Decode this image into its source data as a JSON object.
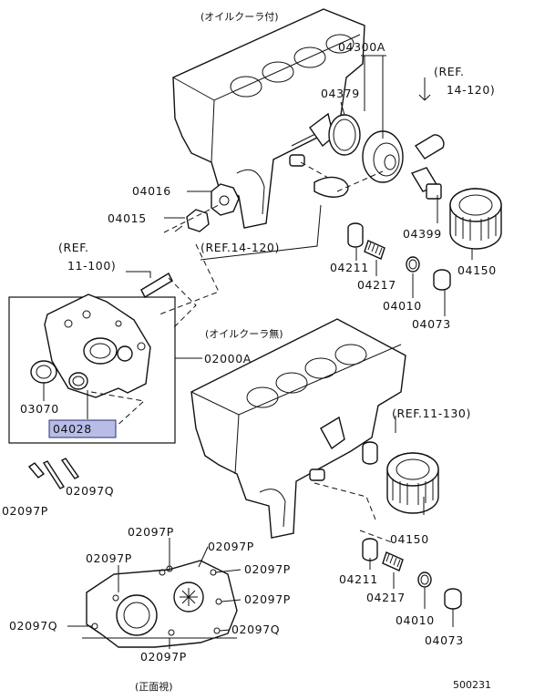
{
  "figure_id": "500231",
  "headings": {
    "with_cooler": "(オイルクーラ付)",
    "without_cooler": "(オイルクーラ無)",
    "front_view": "(正面視)"
  },
  "refs": {
    "ref_14_120_top_a": "(REF.",
    "ref_14_120_top_b": "14-120)",
    "ref_14_120_mid": "(REF.14-120)",
    "ref_11_100_a": "(REF.",
    "ref_11_100_b": "11-100)",
    "ref_11_130": "(REF.11-130)"
  },
  "parts": {
    "p04300A": "04300A",
    "p04379": "04379",
    "p04016": "04016",
    "p04015": "04015",
    "p04399": "04399",
    "p04150_top": "04150",
    "p04211_top": "04211",
    "p04217_top": "04217",
    "p04010_top": "04010",
    "p04073_top": "04073",
    "p02000A": "02000A",
    "p03070": "03070",
    "p04028": "04028",
    "p02097Q_bolt": "02097Q",
    "p02097P_bolt": "02097P",
    "p04150_bot": "04150",
    "p04211_bot": "04211",
    "p04217_bot": "04217",
    "p04010_bot": "04010",
    "p04073_bot": "04073",
    "fv_02097P_top": "02097P",
    "fv_02097P_left": "02097P",
    "fv_02097P_tr": "02097P",
    "fv_02097P_r1": "02097P",
    "fv_02097P_r2": "02097P",
    "fv_02097Q_left": "02097Q",
    "fv_02097Q_right": "02097Q",
    "fv_02097P_bottom": "02097P"
  },
  "highlight_color": "#b8bde6"
}
